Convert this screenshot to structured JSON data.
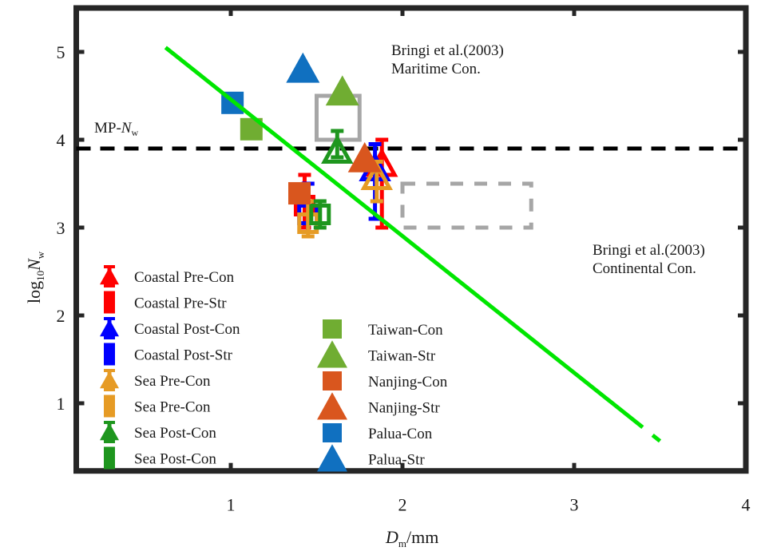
{
  "chart_data": {
    "type": "scatter",
    "title": "",
    "xlabel": "D_m /mm",
    "xlabel_main": "D",
    "xlabel_sub": "m",
    "xlabel_unit": "/mm",
    "ylabel": "log10 N_w",
    "ylabel_main": "log",
    "ylabel_sub1": "10",
    "ylabel_var": "N",
    "ylabel_sub2": "w",
    "xlim": [
      0.1,
      4.0
    ],
    "ylim": [
      0.23,
      5.5
    ],
    "x_ticks": [
      1,
      2,
      3,
      4
    ],
    "x_tick_labels": [
      "1",
      "2",
      "3",
      "4"
    ],
    "y_ticks": [
      1,
      2,
      3,
      4,
      5
    ],
    "y_tick_labels": [
      "1",
      "2",
      "3",
      "4",
      "5"
    ],
    "grid": false,
    "reference_lines": {
      "mp_nw": {
        "label_main": "MP-",
        "label_var": "N",
        "label_sub": "w",
        "y": 3.9,
        "color": "#000000",
        "style": "dashed"
      },
      "fit_line": {
        "x": [
          0.62,
          3.5
        ],
        "y": [
          5.05,
          0.57
        ],
        "color": "#00e600",
        "style": "solid"
      }
    },
    "reference_boxes": [
      {
        "name": "Bringi et al.(2003) Maritime Con.",
        "x_range": [
          1.5,
          1.75
        ],
        "y_range": [
          4.0,
          4.5
        ],
        "color": "#a6a6a6",
        "style": "solid"
      },
      {
        "name": "Bringi et al.(2003) Continental Con.",
        "x_range": [
          2.0,
          2.75
        ],
        "y_range": [
          3.0,
          3.5
        ],
        "color": "#a6a6a6",
        "style": "dashed"
      }
    ],
    "annotations": [
      {
        "lines": [
          "Bringi et al.(2003)",
          "Maritime Con."
        ],
        "x": 1.92,
        "y": 5.03
      },
      {
        "lines": [
          "Bringi et al.(2003)",
          "Continental Con."
        ],
        "x": 3.08,
        "y": 2.72
      }
    ],
    "series_with_errors": [
      {
        "name": "Coastal Pre-Con",
        "marker": "triangle",
        "color": "#ff0000",
        "x": 1.88,
        "y": 3.7,
        "err_low": 3.0,
        "err_high": 4.0
      },
      {
        "name": "Coastal Pre-Str",
        "marker": "square",
        "color": "#ff0000",
        "x": 1.43,
        "y": 3.25,
        "err_low": 3.0,
        "err_high": 3.6
      },
      {
        "name": "Coastal Post-Con",
        "marker": "triangle",
        "color": "#0000ff",
        "x": 1.84,
        "y": 3.65,
        "err_low": 3.1,
        "err_high": 3.95
      },
      {
        "name": "Coastal Post-Str",
        "marker": "square",
        "color": "#0000ff",
        "x": 1.45,
        "y": 3.15,
        "err_low": 2.95,
        "err_high": 3.5
      },
      {
        "name": "Sea Pre-Con",
        "marker": "triangle",
        "color": "#e69b25",
        "x": 1.85,
        "y": 3.55,
        "err_low": 3.3,
        "err_high": 3.75
      },
      {
        "name": "Sea Pre-Con",
        "marker": "square",
        "color": "#e69b25",
        "x": 1.45,
        "y": 3.05,
        "err_low": 2.9,
        "err_high": 3.3
      },
      {
        "name": "Sea Post-Con",
        "marker": "triangle",
        "color": "#1e961e",
        "x": 1.62,
        "y": 3.85,
        "err_low": 3.8,
        "err_high": 4.1
      },
      {
        "name": "Sea Post-Con",
        "marker": "square",
        "color": "#1e961e",
        "x": 1.52,
        "y": 3.15,
        "err_low": 3.0,
        "err_high": 3.3
      }
    ],
    "series_points": [
      {
        "name": "Taiwan-Con",
        "marker": "square",
        "color": "#70ad32",
        "x": 1.12,
        "y": 4.12
      },
      {
        "name": "Taiwan-Str",
        "marker": "triangle",
        "color": "#70ad32",
        "x": 1.65,
        "y": 4.52
      },
      {
        "name": "Nanjing-Con",
        "marker": "square",
        "color": "#d9561e",
        "x": 1.4,
        "y": 3.39
      },
      {
        "name": "Nanjing-Str",
        "marker": "triangle",
        "color": "#d9561e",
        "x": 1.78,
        "y": 3.76
      },
      {
        "name": "Palua-Con",
        "marker": "square",
        "color": "#1070c0",
        "x": 1.01,
        "y": 4.42
      },
      {
        "name": "Palua-Str",
        "marker": "triangle",
        "color": "#1070c0",
        "x": 1.42,
        "y": 4.78
      }
    ],
    "legend": {
      "placement": "lower-left",
      "column1": [
        {
          "label": "Coastal Pre-Con",
          "marker": "triangle-errorbar",
          "color": "#ff0000"
        },
        {
          "label": "Coastal Pre-Str",
          "marker": "square-errorbar",
          "color": "#ff0000"
        },
        {
          "label": "Coastal Post-Con",
          "marker": "triangle-errorbar",
          "color": "#0000ff"
        },
        {
          "label": "Coastal Post-Str",
          "marker": "square-errorbar",
          "color": "#0000ff"
        },
        {
          "label": "Sea Pre-Con",
          "marker": "triangle-errorbar",
          "color": "#e69b25"
        },
        {
          "label": "Sea Pre-Con",
          "marker": "square-errorbar",
          "color": "#e69b25"
        },
        {
          "label": "Sea Post-Con",
          "marker": "triangle-errorbar",
          "color": "#1e961e"
        },
        {
          "label": "Sea Post-Con",
          "marker": "square-errorbar",
          "color": "#1e961e"
        }
      ],
      "column2": [
        {
          "label": "Taiwan-Con",
          "marker": "square",
          "color": "#70ad32"
        },
        {
          "label": "Taiwan-Str",
          "marker": "triangle",
          "color": "#70ad32"
        },
        {
          "label": "Nanjing-Con",
          "marker": "square",
          "color": "#d9561e"
        },
        {
          "label": "Nanjing-Str",
          "marker": "triangle",
          "color": "#d9561e"
        },
        {
          "label": "Palua-Con",
          "marker": "square",
          "color": "#1070c0"
        },
        {
          "label": "Palua-Str",
          "marker": "triangle",
          "color": "#1070c0"
        }
      ]
    }
  }
}
